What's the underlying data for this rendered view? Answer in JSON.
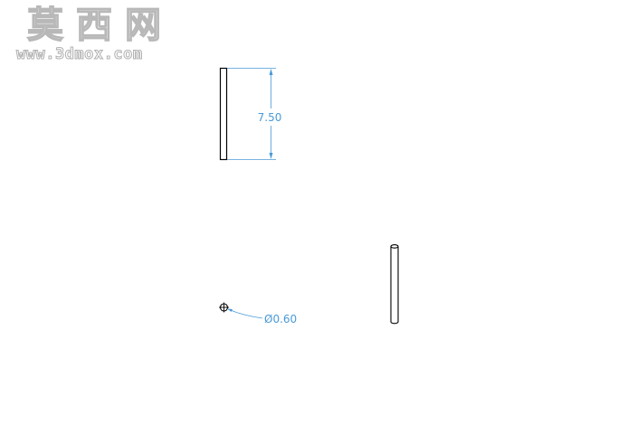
{
  "watermark": {
    "brand_cn": "莫西网",
    "url": "www.3dmox.com"
  },
  "dimensions": {
    "length_label": "7.50",
    "diameter_label": "Ø0.60"
  },
  "colors": {
    "outline": "#000000",
    "dimension": "#4a9ad8",
    "watermark": "#b8b8b8"
  }
}
